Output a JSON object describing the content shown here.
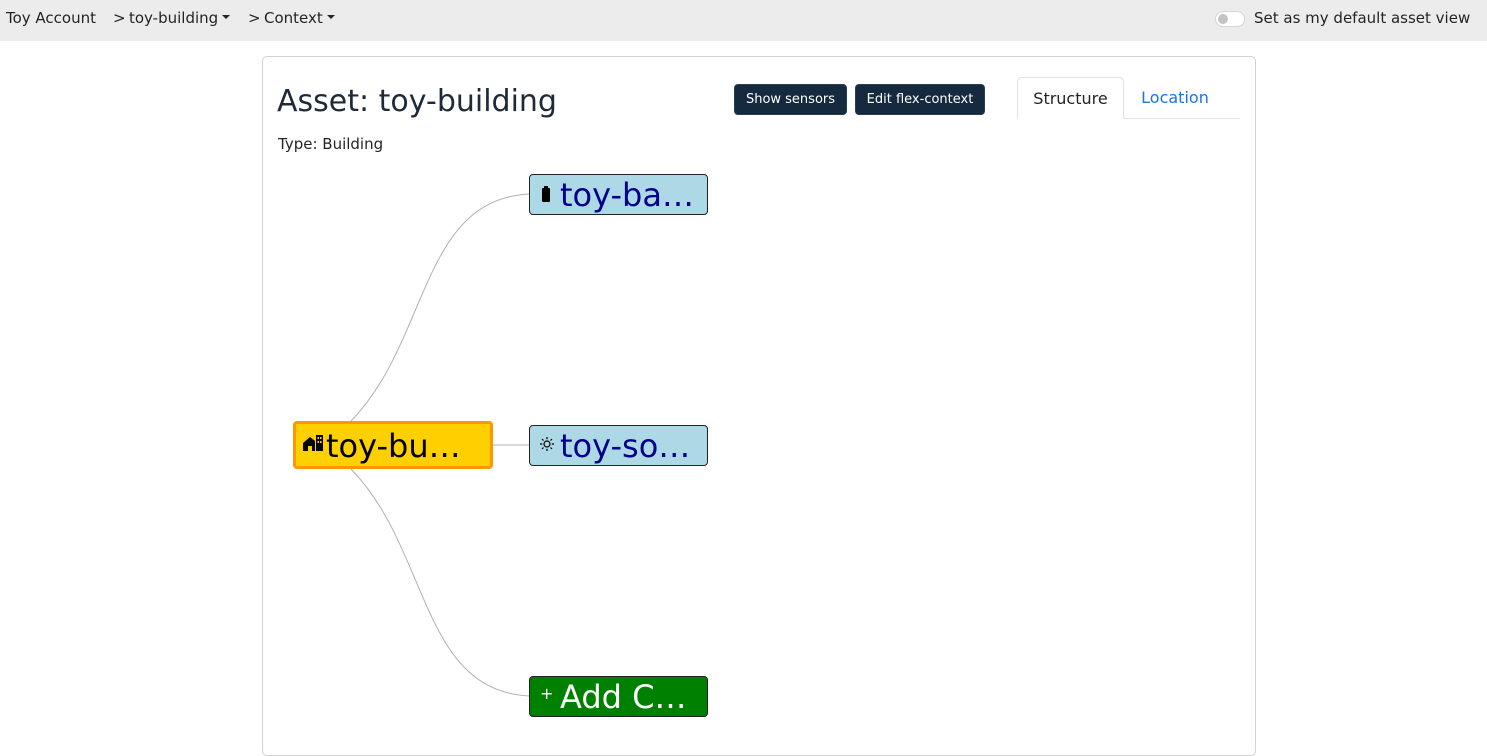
{
  "breadcrumb": {
    "account": "Toy Account",
    "separator": ">",
    "asset": "toy-building",
    "view": "Context"
  },
  "default_view": {
    "label": "Set as my default asset view",
    "checked": false
  },
  "header": {
    "title": "Asset: toy-building",
    "type_label": "Type: Building"
  },
  "buttons": {
    "show_sensors": "Show sensors",
    "edit_flex_context": "Edit flex-context"
  },
  "tabs": [
    {
      "label": "Structure",
      "active": true
    },
    {
      "label": "Location",
      "active": false
    }
  ],
  "tree": {
    "root": {
      "label": "toy-building",
      "icon": "building-icon"
    },
    "children": [
      {
        "label": "toy-battery",
        "icon": "battery-icon"
      },
      {
        "label": "toy-solar",
        "icon": "sun-icon"
      }
    ],
    "add_child": {
      "label": "Add Child",
      "icon": "plus-icon"
    }
  },
  "colors": {
    "topbar": "#ececec",
    "root_fill": "#ffd000",
    "root_border": "#ff9800",
    "child_fill": "#add8e6",
    "child_text": "#00008b",
    "add_fill": "#008000",
    "button_fill": "#152a3f",
    "tab_link": "#1a73e8"
  }
}
